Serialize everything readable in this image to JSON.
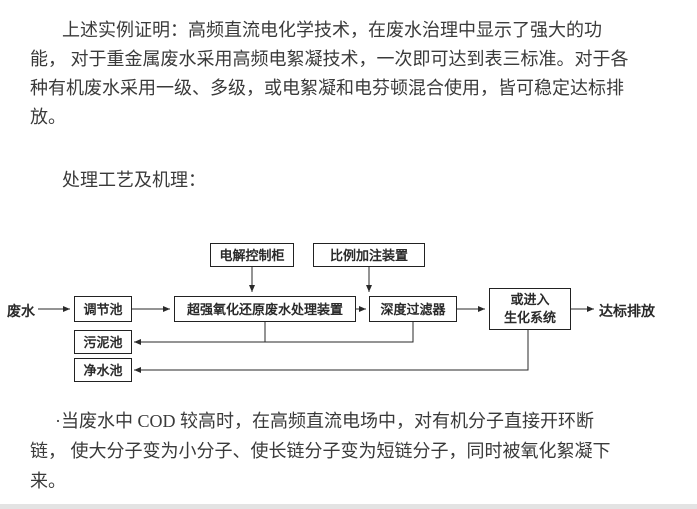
{
  "doc": {
    "paragraph1": "上述实例证明：高频直流电化学技术，在废水治理中显示了强大的功\n能， 对于重金属废水采用高频电絮凝技术，一次即可达到表三标准。对于各\n种有机废水采用一级、多级，或电絮凝和电芬顿混合使用，皆可稳定达标排\n放。",
    "heading": "处理工艺及机理：",
    "paragraph2": "·当废水中 COD 较高时，在高频直流电场中，对有机分子直接开环断\n链， 使大分子变为小分子、使长链分子变为短链分子，同时被氧化絮凝下\n来。"
  },
  "diagram": {
    "inlet": "废水",
    "regulating_tank": "调节池",
    "electrolysis_control_cabinet": "电解控制柜",
    "proportional_dosing_device": "比例加注装置",
    "oxidation_reduction_device": "超强氧化还原废水处理装置",
    "deep_filter": "深度过滤器",
    "biochemical_system": "或进入\n生化系统",
    "sludge_tank": "污泥池",
    "clean_water_tank": "净水池",
    "outlet": "达标排放"
  },
  "colors": {
    "text": "#3a3a3a",
    "line": "#2a2a2a",
    "background": "#ffffff"
  }
}
